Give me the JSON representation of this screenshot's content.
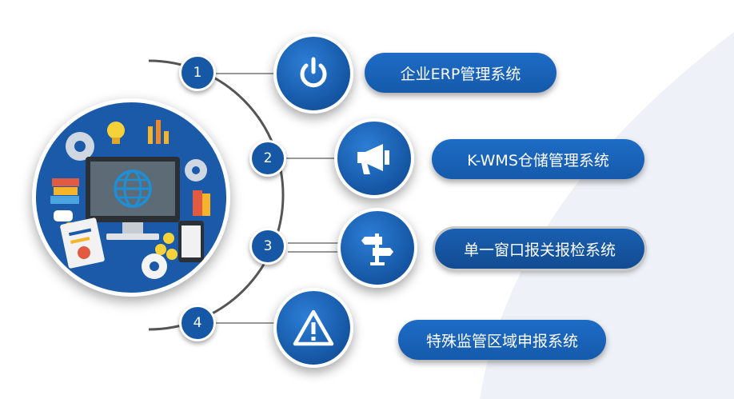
{
  "steps": [
    {
      "number": "1",
      "label": "企业ERP管理系统",
      "icon": "power-icon"
    },
    {
      "number": "2",
      "label": "K-WMS仓储管理系统",
      "icon": "megaphone-icon"
    },
    {
      "number": "3",
      "label": "单一窗口报关报检系统",
      "icon": "signpost-icon"
    },
    {
      "number": "4",
      "label": "特殊监管区域申报系统",
      "icon": "warning-icon"
    }
  ],
  "illustration": {
    "icon": "computer-globe-illustration"
  },
  "colors": {
    "primary": "#1658a6",
    "accent": "#2c7ed6",
    "connector": "#555555"
  }
}
